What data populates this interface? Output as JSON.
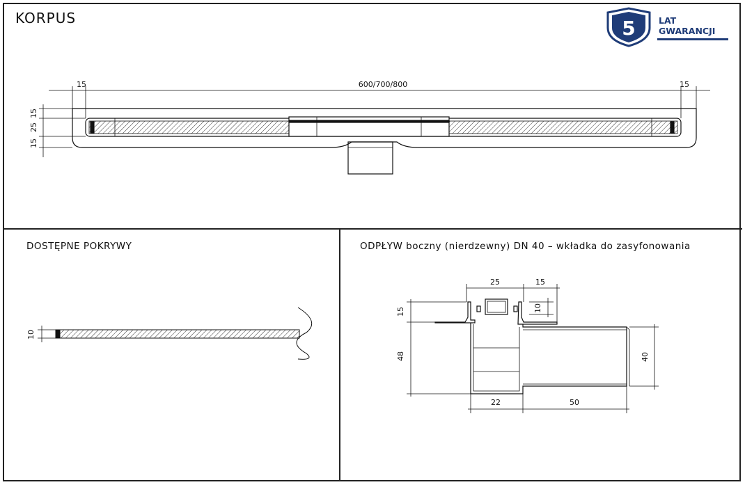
{
  "sections": {
    "korpus": {
      "title": "KORPUS"
    },
    "covers": {
      "title": "DOSTĘPNE POKRYWY"
    },
    "outlet": {
      "title": "ODPŁYW boczny (nierdzewny) DN 40 – wkładka do zasyfonowania"
    }
  },
  "badge": {
    "number": "5",
    "line1": "LAT",
    "line2": "GWARANCJI",
    "color": "#1f3c78",
    "icon": "shield-icon"
  },
  "korpus_dims": {
    "left": "15",
    "length": "600/700/800",
    "right": "15",
    "top": "15",
    "middle": "25",
    "bottom": "15"
  },
  "cover_dims": {
    "thickness": "10"
  },
  "outlet_dims": {
    "top_width": "25",
    "side_width": "15",
    "flange_height": "15",
    "inner_height": "10",
    "body_height": "48",
    "pipe_diameter": "40",
    "bottom_width": "22",
    "pipe_length": "50"
  }
}
